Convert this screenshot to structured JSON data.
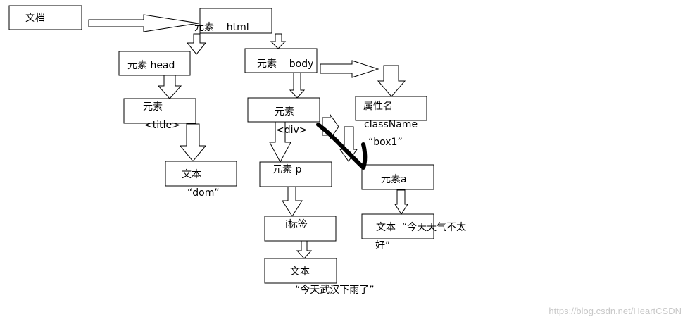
{
  "nodes": {
    "document": "文档",
    "html": "元素    html",
    "head": "元素 head",
    "body": "元素    body",
    "title_elem": "元素",
    "title_tag": "<title>",
    "text_dom": "文本",
    "text_dom_value": "“dom”",
    "div_elem": "元素",
    "div_tag": "<div>",
    "attr_name": "属性名",
    "attr_classname": "className",
    "attr_value": "“box1”",
    "p_elem": "元素 p",
    "a_elem": "元素a",
    "i_tag": "i标签",
    "text_a": "文本  “今天天气不太",
    "text_a_cont": "好”",
    "text_i": "文本",
    "text_i_value": "“今天武汉下雨了”"
  },
  "watermark": "https://blog.csdn.net/HeartCSDN"
}
